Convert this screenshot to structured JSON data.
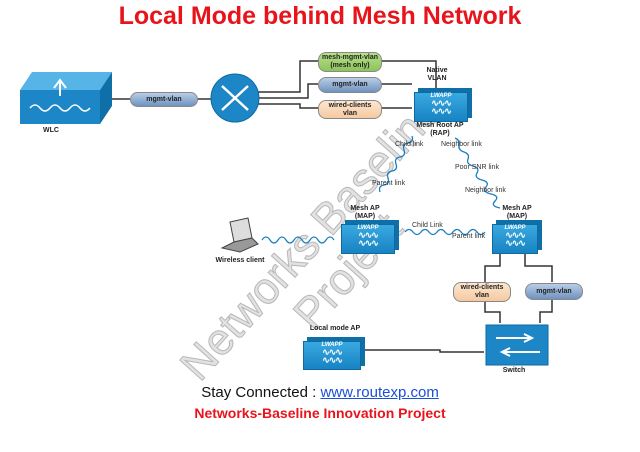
{
  "title": "Local Mode behind Mesh Network",
  "watermark": "Networks Baseline Project",
  "devices": {
    "wlc": "WLC",
    "rap": "Mesh Root AP\n(RAP)",
    "map_left": "Mesh AP\n(MAP)",
    "map_right": "Mesh AP\n(MAP)",
    "wireless_client": "Wireless client",
    "local_ap": "Local mode AP",
    "switch": "Switch",
    "ap_badge": "LWAPP",
    "native_vlan": "Native\nVLAN"
  },
  "vlans": {
    "wlc_mgmt": "mgmt-vlan",
    "mesh_mgmt": "mesh-mgmt-vlan\n(mesh only)",
    "mgmt": "mgmt-vlan",
    "wired_clients": "wired-clients\nvlan",
    "switch_wired": "wired-clients\nvlan",
    "switch_mgmt": "mgmt-vlan"
  },
  "links": {
    "child1": "Child link",
    "parent1": "Parent link",
    "neighbor1": "Neighbor link",
    "poor_snr": "Poor SNR link",
    "neighbor2": "Neighbor link",
    "child2": "Child Link",
    "parent2": "Parent link"
  },
  "footer": {
    "stay": "Stay Connected : ",
    "url": "www.routexp.com",
    "project": "Networks-Baseline Innovation Project"
  }
}
